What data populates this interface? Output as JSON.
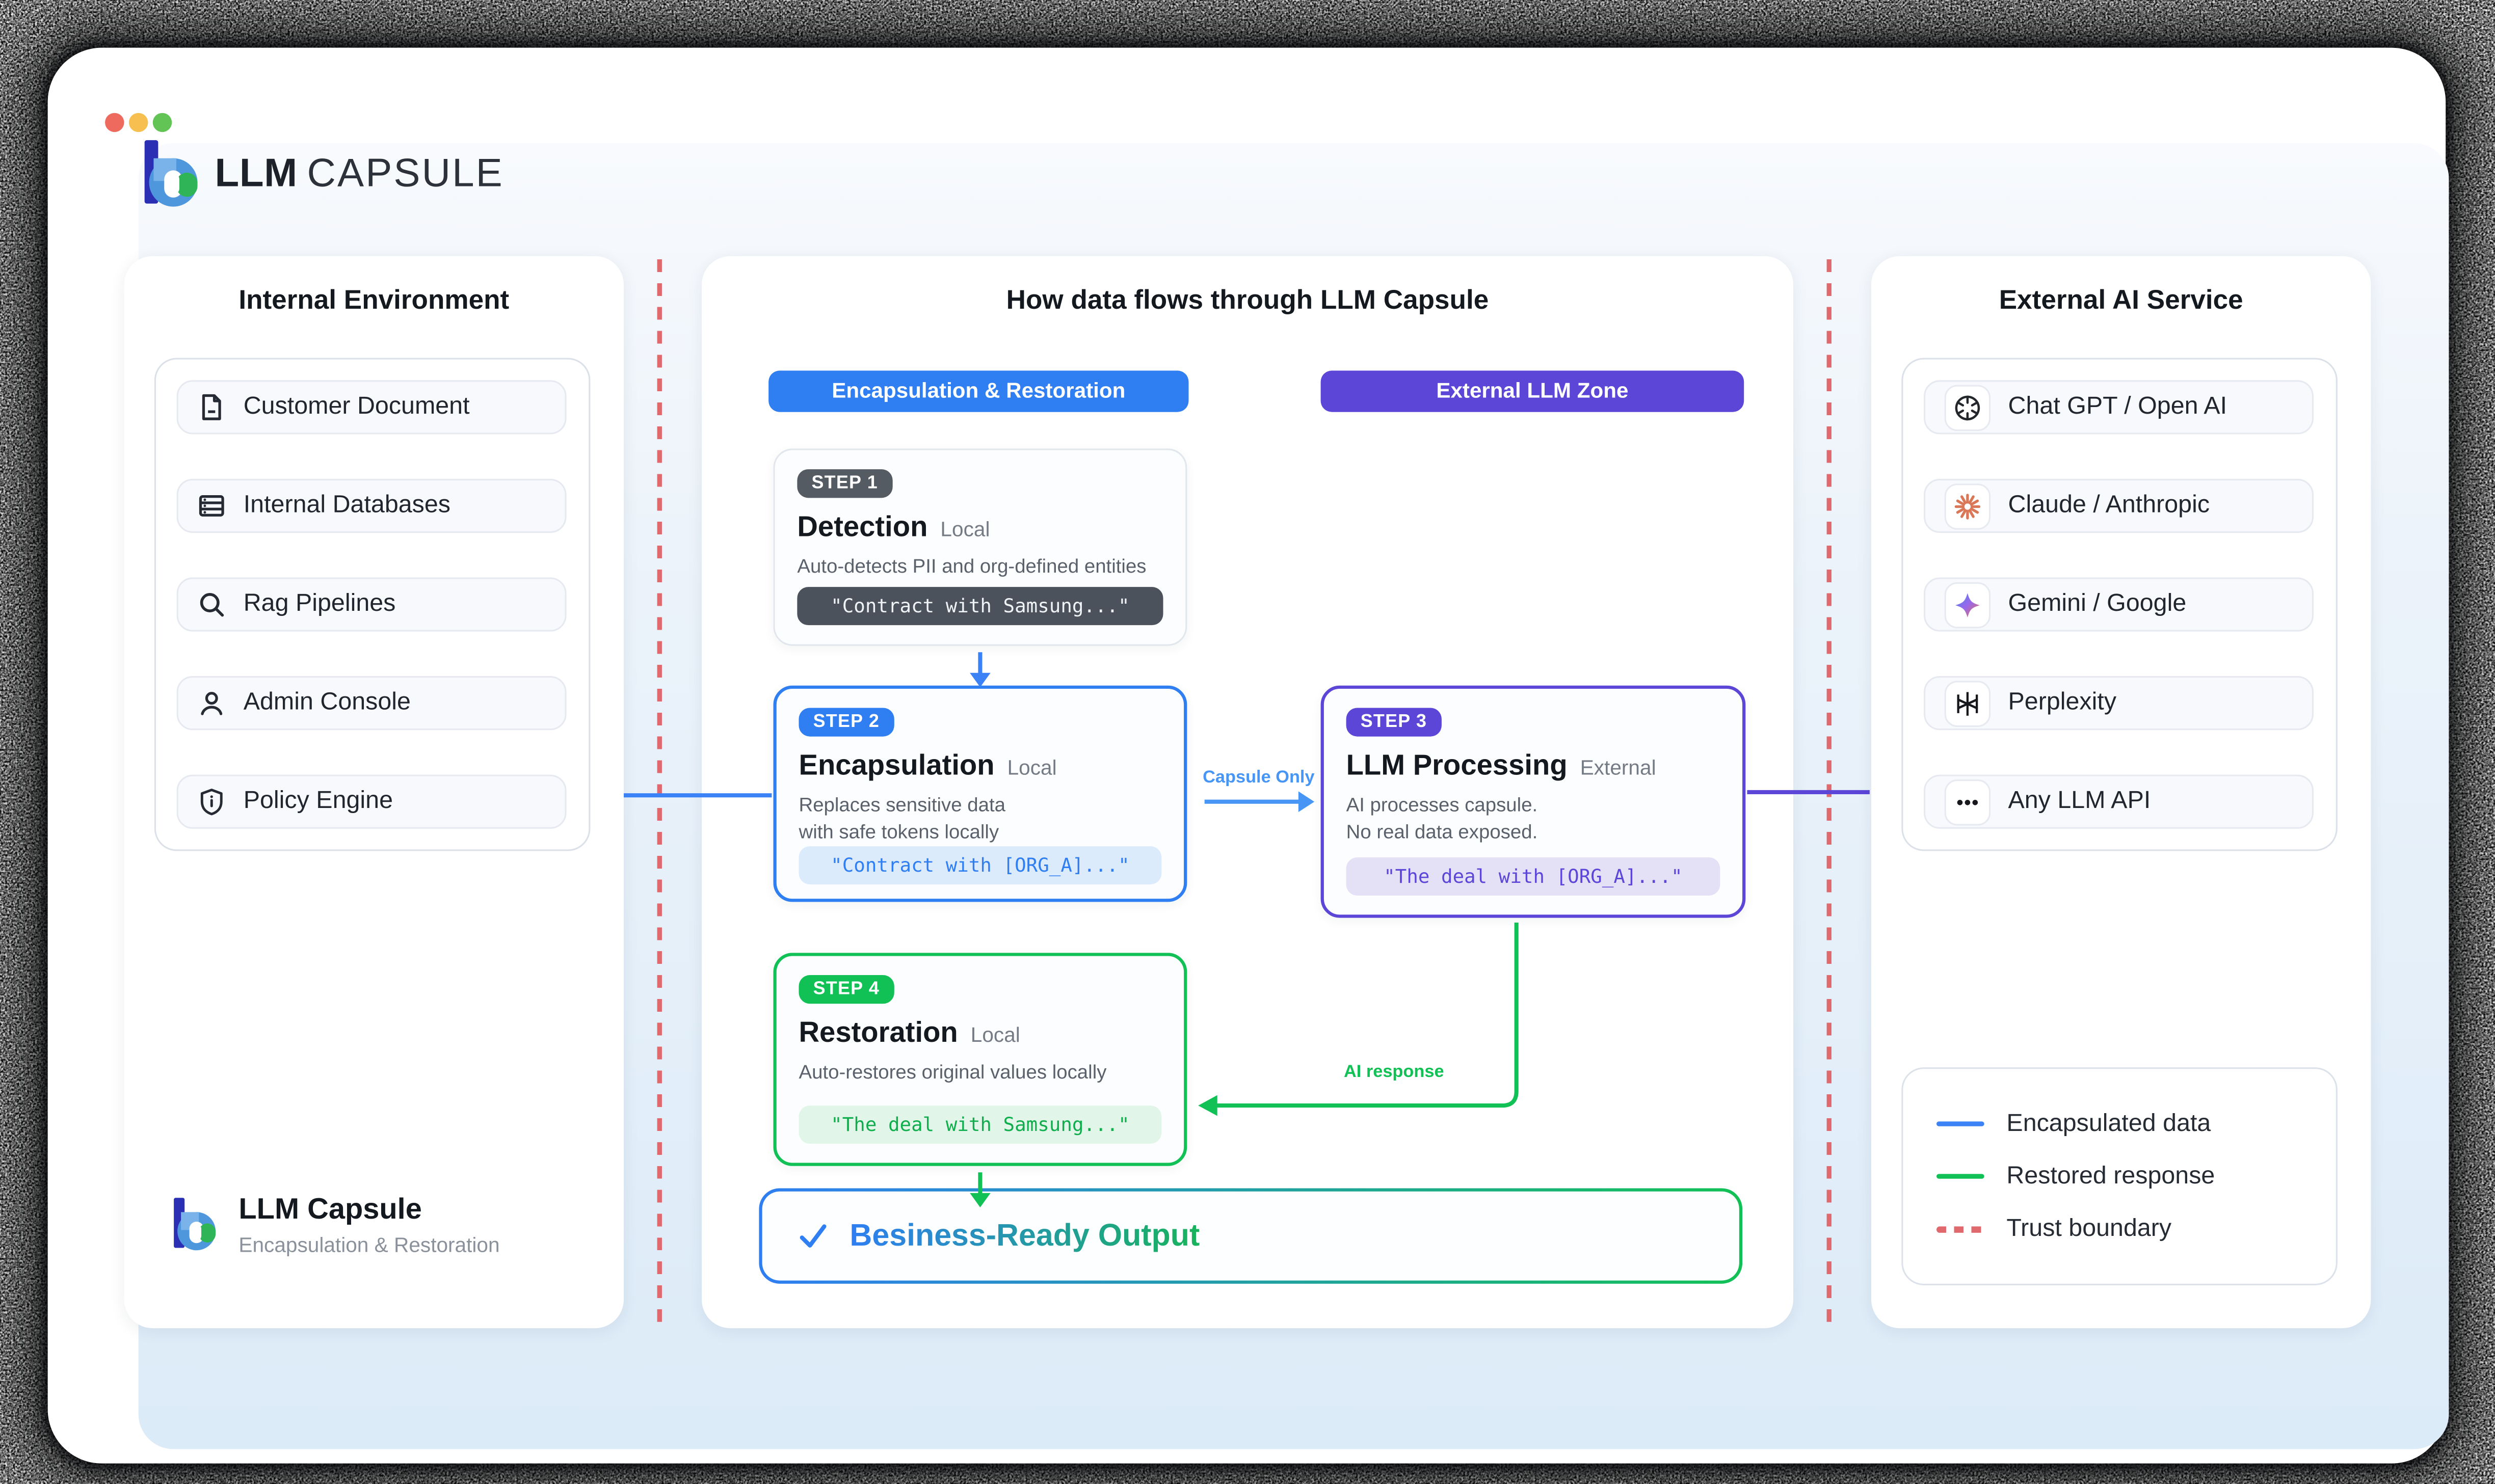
{
  "window": {
    "controls": [
      "close",
      "minimize",
      "zoom"
    ]
  },
  "brand": {
    "logo_bold": "LLM",
    "logo_light": "CAPSULE"
  },
  "internal": {
    "title": "Internal Environment",
    "items": [
      {
        "icon": "document",
        "label": "Customer Document"
      },
      {
        "icon": "database",
        "label": "Internal Databases"
      },
      {
        "icon": "search",
        "label": "Rag Pipelines"
      },
      {
        "icon": "user",
        "label": "Admin Console"
      },
      {
        "icon": "shield",
        "label": "Policy Engine"
      }
    ],
    "footer": {
      "title": "LLM Capsule",
      "subtitle": "Encapsulation & Restoration"
    }
  },
  "flow": {
    "title": "How data flows through LLM Capsule",
    "zones": [
      {
        "label": "Encapsulation & Restoration",
        "color": "#2f7ef2"
      },
      {
        "label": "External LLM Zone",
        "color": "#5b46d8"
      }
    ],
    "steps": [
      {
        "badge": "STEP 1",
        "title": "Detection",
        "scope": "Local",
        "desc": "Auto-detects PII and org-defined entities",
        "code": "\"Contract with Samsung...\"",
        "accent": "#555b63"
      },
      {
        "badge": "STEP 2",
        "title": "Encapsulation",
        "scope": "Local",
        "desc": "Replaces sensitive data\nwith safe tokens locally",
        "code": "\"Contract with [ORG_A]...\"",
        "accent": "#2f7ef2"
      },
      {
        "badge": "STEP 3",
        "title": "LLM Processing",
        "scope": "External",
        "desc": "AI processes capsule.\nNo real data exposed.",
        "code": "\"The deal with [ORG_A]...\"",
        "accent": "#5b46d8"
      },
      {
        "badge": "STEP 4",
        "title": "Restoration",
        "scope": "Local",
        "desc": "Auto-restores original values locally",
        "code": "\"The deal with Samsung...\"",
        "accent": "#12c155"
      }
    ],
    "arrows": {
      "capsule_only": "Capsule Only",
      "ai_response": "AI response"
    },
    "output": {
      "label": "Besiness-Ready Output"
    }
  },
  "external": {
    "title": "External AI Service",
    "items": [
      {
        "icon": "openai",
        "label": "Chat GPT / Open AI"
      },
      {
        "icon": "anthropic",
        "label": "Claude / Anthropic"
      },
      {
        "icon": "gemini",
        "label": "Gemini / Google"
      },
      {
        "icon": "perplexity",
        "label": "Perplexity"
      },
      {
        "icon": "dots",
        "label": "Any LLM API"
      }
    ]
  },
  "legend": {
    "items": [
      {
        "swatch": "blue-line",
        "label": "Encapsulated data"
      },
      {
        "swatch": "green-line",
        "label": "Restored response"
      },
      {
        "swatch": "red-dashed",
        "label": "Trust boundary"
      }
    ]
  },
  "colors": {
    "accent_blue": "#2f7ef2",
    "accent_purple": "#5b46d8",
    "accent_green": "#12c155",
    "boundary_red": "#e0696e"
  }
}
